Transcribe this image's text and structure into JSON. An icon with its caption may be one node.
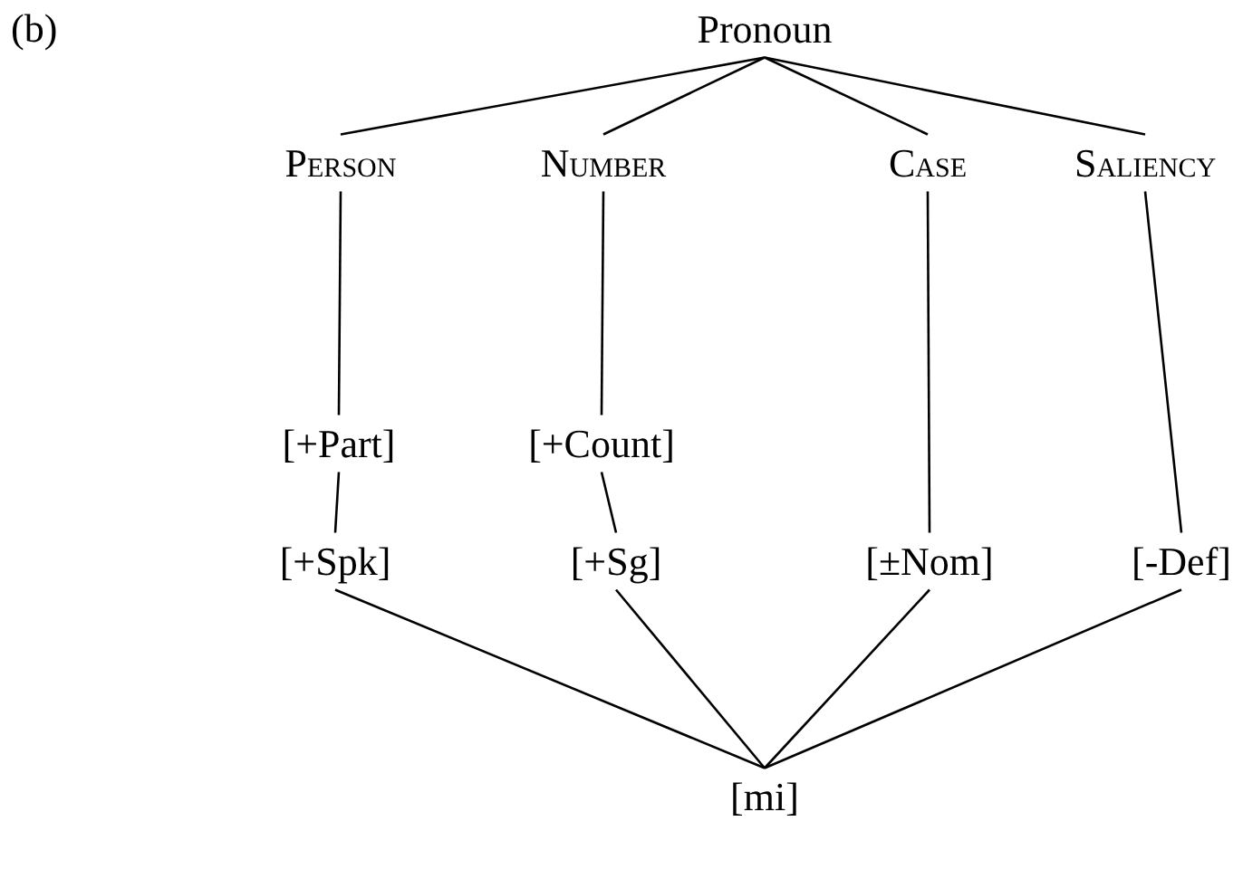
{
  "diagram": {
    "nodes": [
      {
        "text": [
          "Pronoun"
        ]
      },
      {
        "text": [
          "Person"
        ]
      },
      {
        "text": [
          "Number"
        ]
      },
      {
        "text": [
          "Case"
        ]
      },
      {
        "text": [
          "Saliency"
        ]
      },
      {
        "text": [
          "[+Part]"
        ]
      },
      {
        "text": [
          "[+Count]"
        ]
      },
      {
        "text": [
          "[+Spk]"
        ]
      },
      {
        "text": [
          "[+Sg]"
        ]
      },
      {
        "text": [
          "[±Nom]"
        ]
      },
      {
        "text": [
          "[-Def]"
        ]
      },
      {
        "text": [
          "[mi]"
        ]
      }
    ],
    "edges": [
      {
        "from": 0,
        "to": 1,
        "arrow": "none"
      },
      {
        "from": 0,
        "to": 2,
        "arrow": "none"
      },
      {
        "from": 0,
        "to": 3,
        "arrow": "none"
      },
      {
        "from": 0,
        "to": 4,
        "arrow": "none"
      },
      {
        "from": 1,
        "to": 5,
        "arrow": "none"
      },
      {
        "from": 2,
        "to": 6,
        "arrow": "none"
      },
      {
        "from": 3,
        "to": 9,
        "arrow": "none"
      },
      {
        "from": 4,
        "to": 10,
        "arrow": "none"
      },
      {
        "from": 5,
        "to": 7,
        "arrow": "none"
      },
      {
        "from": 6,
        "to": 8,
        "arrow": "none"
      },
      {
        "from": 7,
        "to": 11,
        "arrow": "none"
      },
      {
        "from": 8,
        "to": 11,
        "arrow": "none"
      },
      {
        "from": 9,
        "to": 11,
        "arrow": "none"
      },
      {
        "from": 10,
        "to": 11,
        "arrow": "none"
      }
    ],
    "labels": [
      "(b)"
    ]
  }
}
